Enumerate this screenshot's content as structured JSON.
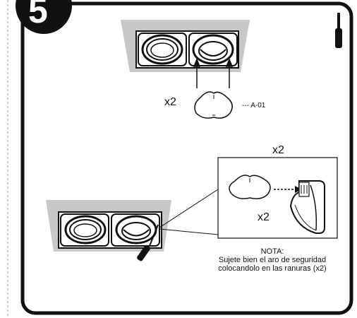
{
  "step": {
    "number": "5"
  },
  "top_assembly": {
    "quantity_label": "x2",
    "part_code": "--- A-01"
  },
  "detail": {
    "quantity_label_top": "x2",
    "quantity_label_bottom": "x2"
  },
  "note": {
    "title": "NOTA:",
    "line1": "Sujete bien el aro de seguridad",
    "line2": "colocandolo en las ranuras (x2)"
  },
  "icons": [
    "screwdriver-icon",
    "security-ring",
    "lamp-fixture-left",
    "lamp-fixture-right",
    "clip-slot"
  ],
  "colors": {
    "frame": "#111111",
    "panel": "#c8c8c8",
    "background": "#ffffff"
  }
}
